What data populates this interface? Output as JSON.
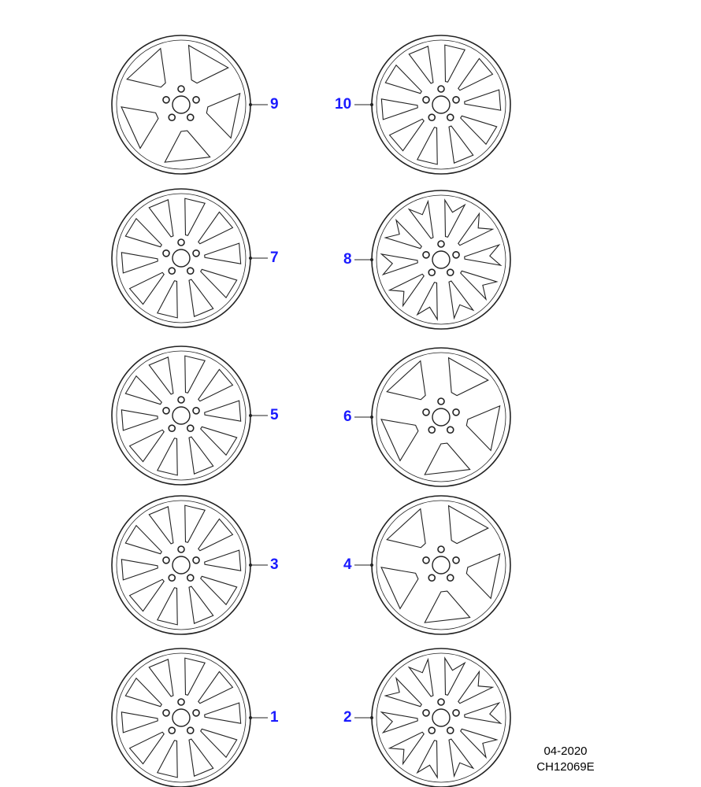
{
  "wheels": [
    {
      "label": "9",
      "spokes": 5,
      "style": "window"
    },
    {
      "label": "10",
      "spokes": 10,
      "style": "slim"
    },
    {
      "label": "7",
      "spokes": 10,
      "style": "slim"
    },
    {
      "label": "8",
      "spokes": 10,
      "style": "split"
    },
    {
      "label": "5",
      "spokes": 10,
      "style": "slim"
    },
    {
      "label": "6",
      "spokes": 5,
      "style": "window"
    },
    {
      "label": "3",
      "spokes": 10,
      "style": "slim"
    },
    {
      "label": "4",
      "spokes": 5,
      "style": "window"
    },
    {
      "label": "1",
      "spokes": 10,
      "style": "slim"
    },
    {
      "label": "2",
      "spokes": 10,
      "style": "split"
    }
  ],
  "footer": {
    "date": "04-2020",
    "code": "CH12069E"
  },
  "colors": {
    "callout": "#1a1aff",
    "line": "#222222"
  }
}
